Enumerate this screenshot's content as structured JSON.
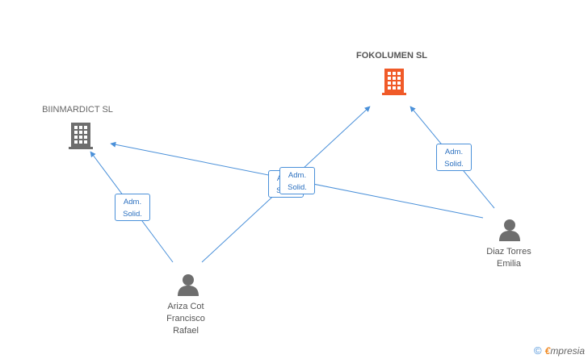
{
  "companies": [
    {
      "name": "FOKOLUMEN SL",
      "color": "#f05a28"
    },
    {
      "name": "BIINMARDICT SL",
      "color": "#6e6e6e"
    }
  ],
  "persons": [
    {
      "name_lines": [
        "Ariza Cot",
        "Francisco",
        "Rafael"
      ]
    },
    {
      "name_lines": [
        "Diaz Torres",
        "Emilia"
      ]
    }
  ],
  "relations": [
    {
      "label_line1": "Adm.",
      "label_line2": "Solid."
    },
    {
      "label_line1": "Adm.",
      "label_line2": "Solid."
    },
    {
      "label_line1": "Adm.",
      "label_line2": "Solid."
    },
    {
      "label_line1": "Adm.",
      "label_line2": "Solid."
    }
  ],
  "watermark": {
    "copyright": "©",
    "brand_first": "€",
    "brand_rest": "mpresia"
  },
  "colors": {
    "edge": "#4a90d9",
    "person": "#6e6e6e"
  }
}
